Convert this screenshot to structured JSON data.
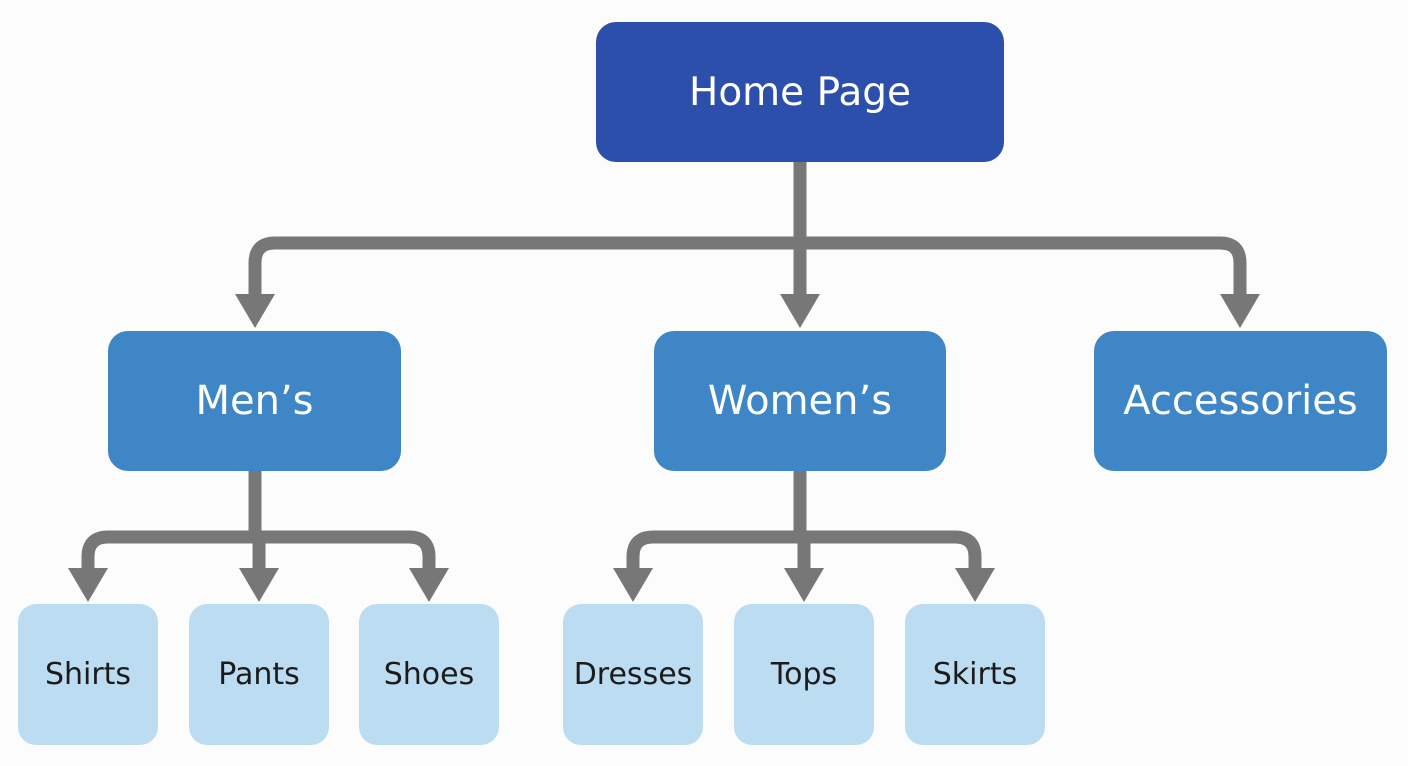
{
  "root": {
    "label": "Home Page"
  },
  "categories": [
    {
      "label": "Men’s"
    },
    {
      "label": "Women’s"
    },
    {
      "label": "Accessories"
    }
  ],
  "subcategories": {
    "mens": [
      {
        "label": "Shirts"
      },
      {
        "label": "Pants"
      },
      {
        "label": "Shoes"
      }
    ],
    "womens": [
      {
        "label": "Dresses"
      },
      {
        "label": "Tops"
      },
      {
        "label": "Skirts"
      }
    ]
  },
  "colors": {
    "root_fill": "#2b4faa",
    "category_fill": "#3f86c6",
    "leaf_fill": "#bcdcf2",
    "connector": "#777777",
    "background": "#fcfcfc"
  }
}
